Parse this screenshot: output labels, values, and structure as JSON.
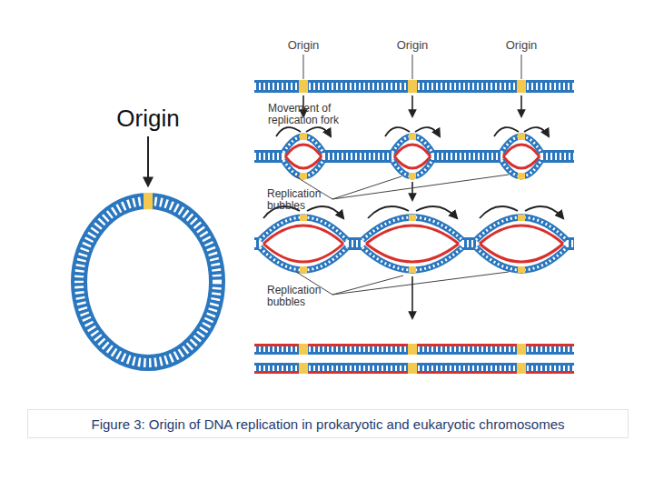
{
  "diagram": {
    "caption": "Figure 3: Origin of DNA replication in prokaryotic and eukaryotic chromosomes",
    "labels": [
      "Origin",
      "Origin",
      "Origin",
      "Origin",
      "Movement of replication fork",
      "Replication bubbles",
      "Replication bubbles"
    ]
  }
}
